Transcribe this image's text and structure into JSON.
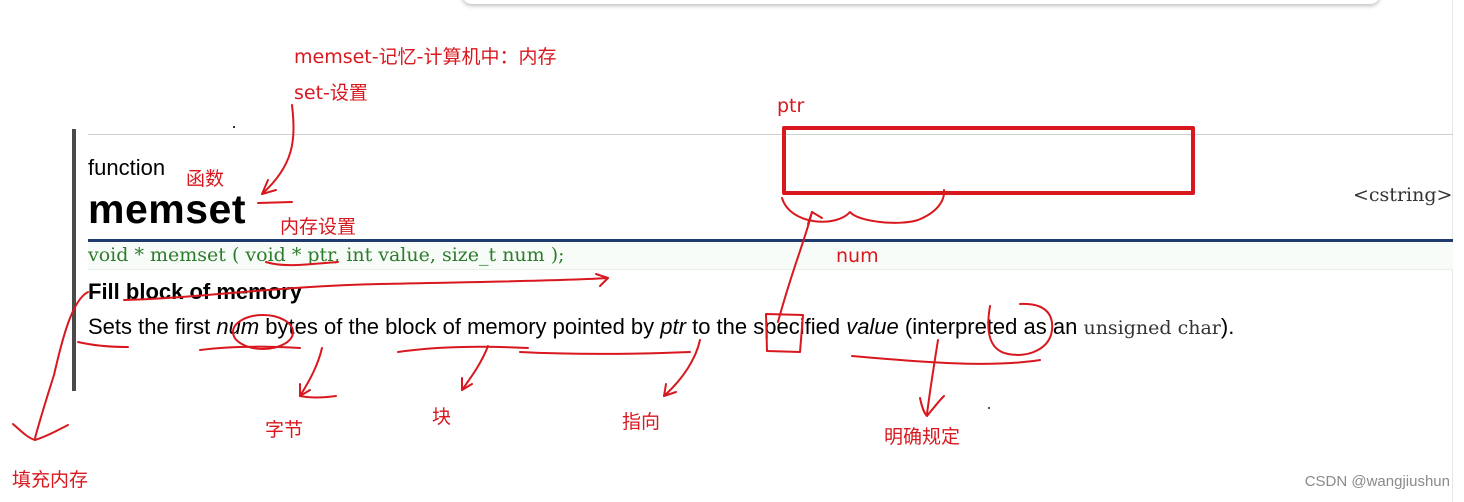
{
  "doc": {
    "kind": "function",
    "title": "memset",
    "header": "<cstring>",
    "prototype": "void * memset ( void * ptr, int value, size_t num );",
    "summary": "Fill block of memory",
    "description": {
      "p1": "Sets the first ",
      "num": "num",
      "p2": " bytes of the block of memory pointed by ",
      "ptr": "ptr",
      "p3": " to the specified ",
      "value": "value",
      "p4": " (interpreted as an ",
      "type": "unsigned char",
      "p5": ")."
    }
  },
  "annotations": {
    "memset_meaning": "memset-记忆-计算机中：内存",
    "set_meaning": "set-设置",
    "function_meaning": "函数",
    "memset_cn": "内存设置",
    "ptr_label": "ptr",
    "num_label": "num",
    "fill_memory": "填充内存",
    "bytes": "字节",
    "block": "块",
    "point_to": "指向",
    "specified": "明确规定"
  },
  "watermark": "CSDN @wangjiushun",
  "colors": {
    "annotation": "#d8181e",
    "prototype": "#2d7b2d",
    "title_rule": "#1f3a6e"
  }
}
